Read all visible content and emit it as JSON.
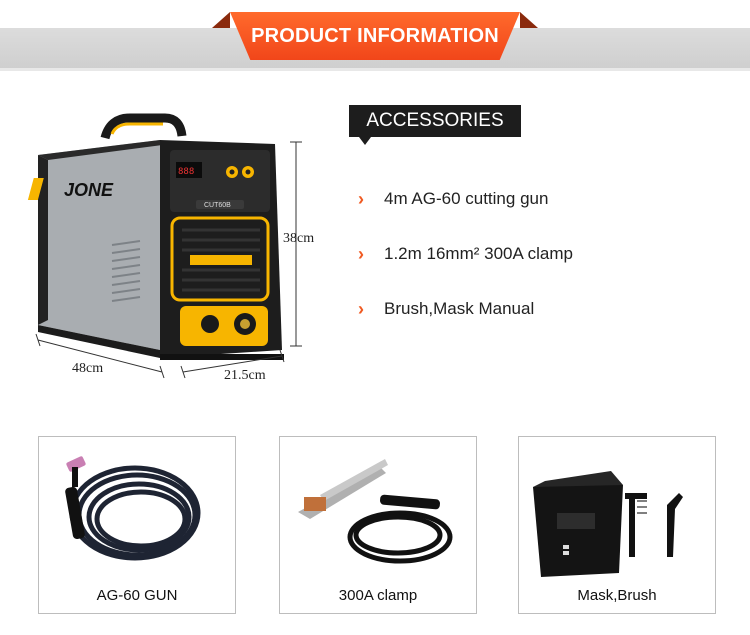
{
  "header": {
    "title": "PRODUCT INFORMATION"
  },
  "accessories": {
    "title": "ACCESSORIES",
    "items": [
      {
        "label": "4m AG-60 cutting gun"
      },
      {
        "label": "1.2m 16mm² 300A clamp"
      },
      {
        "label": "Brush,Mask Manual"
      }
    ]
  },
  "machine": {
    "brand": "JONE",
    "model": "CUT60B",
    "dimensions": {
      "height": "38cm",
      "length": "48cm",
      "width": "21.5cm"
    }
  },
  "products": [
    {
      "label": "AG-60 GUN"
    },
    {
      "label": "300A clamp"
    },
    {
      "label": "Mask,Brush"
    }
  ],
  "colors": {
    "accent": "#f05a22",
    "tag": "#1d1d1d",
    "machine_yellow": "#f7b500"
  }
}
